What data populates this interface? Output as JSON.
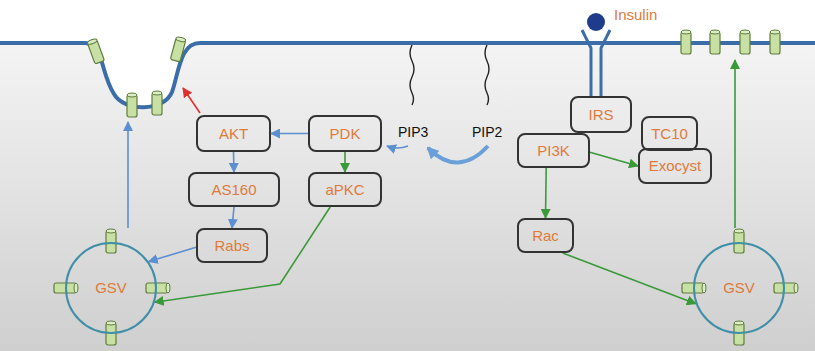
{
  "diagram": {
    "nodes": [
      {
        "text": [
          "AKT"
        ]
      },
      {
        "text": [
          "PDK"
        ]
      },
      {
        "text": [
          "AS160"
        ]
      },
      {
        "text": [
          "aPKC"
        ]
      },
      {
        "text": [
          "Rabs"
        ]
      },
      {
        "text": [
          "GSV"
        ]
      },
      {
        "text": [
          "IRS"
        ]
      },
      {
        "text": [
          "TC10"
        ]
      },
      {
        "text": [
          "Exocyst"
        ]
      },
      {
        "text": [
          "PI3K"
        ]
      },
      {
        "text": [
          "Rac"
        ]
      },
      {
        "text": [
          "GSV"
        ]
      }
    ],
    "edges": [
      {
        "from": 1,
        "to": 0,
        "arrow": "to"
      },
      {
        "from": 0,
        "to": 2,
        "arrow": "to"
      },
      {
        "from": 2,
        "to": 4,
        "arrow": "to"
      },
      {
        "from": 4,
        "to": 5,
        "arrow": "to"
      },
      {
        "from": 1,
        "to": 3,
        "arrow": "to"
      },
      {
        "from": 3,
        "to": 5,
        "arrow": "to"
      },
      {
        "from": 9,
        "to": 8,
        "arrow": "to"
      },
      {
        "from": 9,
        "to": 10,
        "arrow": "to"
      },
      {
        "from": 10,
        "to": 11,
        "arrow": "to"
      }
    ],
    "labels": [
      "Insulin",
      "PIP3",
      "PIP2"
    ]
  }
}
